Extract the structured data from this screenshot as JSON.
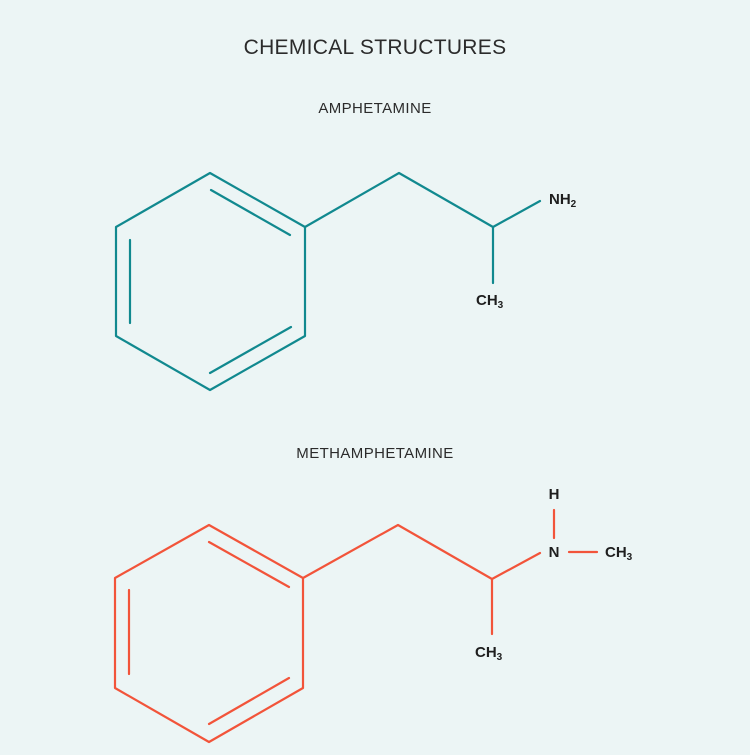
{
  "title": "CHEMICAL STRUCTURES",
  "colors": {
    "background": "#ecf5f5",
    "amphetamine": "#11898f",
    "methamphetamine": "#f2543a",
    "text": "#2b2b2b"
  },
  "structures": [
    {
      "name": "AMPHETAMINE",
      "labels": {
        "nh2": {
          "main": "NH",
          "sub": "2"
        },
        "ch3": {
          "main": "CH",
          "sub": "3"
        }
      }
    },
    {
      "name": "METHAMPHETAMINE",
      "labels": {
        "h": "H",
        "n": "N",
        "ch3_n": {
          "main": "CH",
          "sub": "3"
        },
        "ch3_chain": {
          "main": "CH",
          "sub": "3"
        }
      }
    }
  ]
}
